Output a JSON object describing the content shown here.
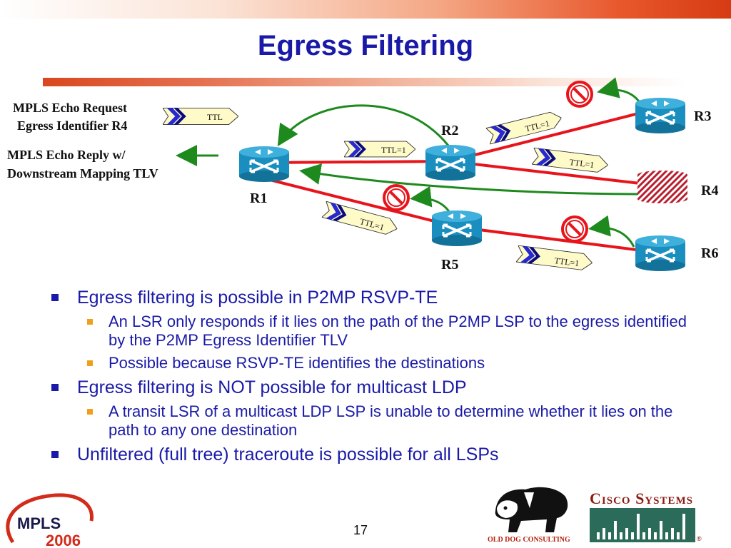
{
  "slide": {
    "title": "Egress Filtering",
    "page_number": "17"
  },
  "legend": {
    "request_line1": "MPLS Echo Request",
    "request_line2": "Egress Identifier R4",
    "request_tag": "TTL",
    "reply_line1": "MPLS Echo Reply w/",
    "reply_line2": "Downstream Mapping TLV"
  },
  "diagram": {
    "routers": {
      "r1": "R1",
      "r2": "R2",
      "r3": "R3",
      "r4": "R4",
      "r5": "R5",
      "r6": "R6"
    },
    "packets": {
      "r1_r2": "TTL=1",
      "r2_r3": "TTL=1",
      "r2_r4": "TTL=1",
      "r1_r5": "TTL=1",
      "r5_r6": "TTL=1"
    },
    "colors": {
      "lsp_line": "#e8141b",
      "reply_arrow": "#1e8a1e",
      "router_fill": "#1a8fbf",
      "blocked_sign": "#e8141b",
      "packet_fill": "#fffbc8"
    }
  },
  "bullets": [
    {
      "text": "Egress filtering is possible in P2MP RSVP-TE",
      "sub": [
        "An LSR only responds if it lies on the path of the P2MP LSP to the egress identified by the P2MP Egress Identifier TLV",
        "Possible because RSVP-TE identifies the destinations"
      ]
    },
    {
      "text": "Egress filtering is NOT possible for multicast LDP",
      "sub": [
        "A transit LSR of a multicast LDP LSP is unable to determine whether it lies on the path to any one destination"
      ]
    },
    {
      "text": "Unfiltered (full tree) traceroute is possible for all LSPs",
      "sub": []
    }
  ],
  "footer": {
    "mpls_logo_line1": "MPLS",
    "mpls_logo_line2": "2006",
    "dog_caption": "OLD DOG CONSULTING",
    "cisco_name": "Cisco Systems",
    "cisco_registered": "®"
  }
}
